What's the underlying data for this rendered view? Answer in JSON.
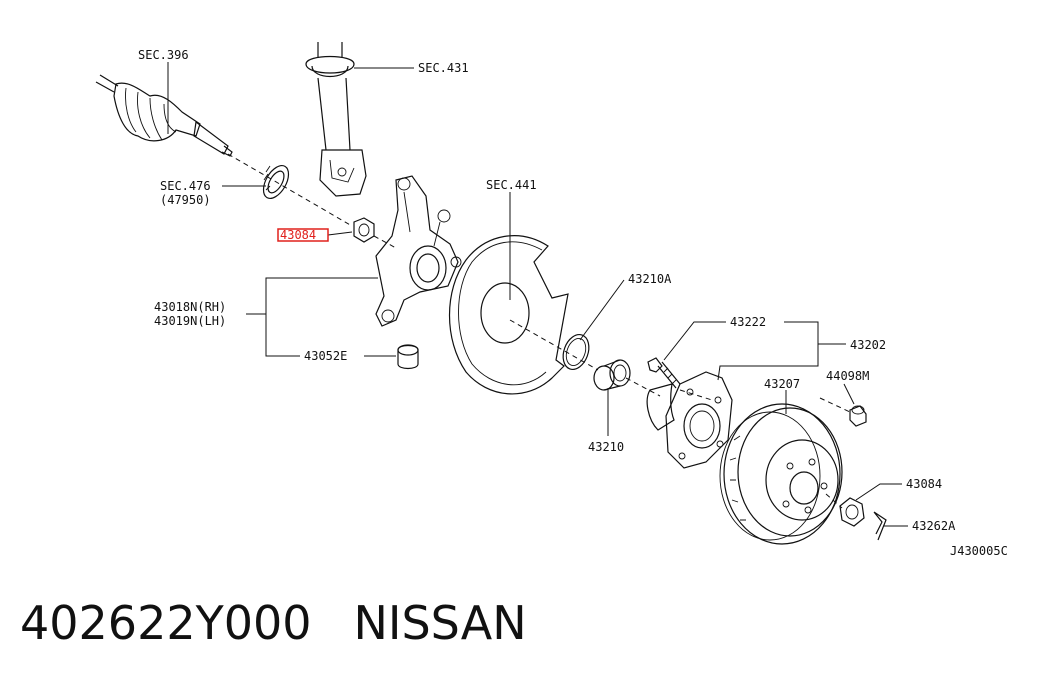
{
  "diagram": {
    "labels": {
      "sec396": "SEC.396",
      "sec431": "SEC.431",
      "sec476": "SEC.476",
      "sec476_sub": "(47950)",
      "highlight": "43084",
      "p43018": "43018N(RH)",
      "p43019": "43019N(LH)",
      "p43052": "43052E",
      "sec441": "SEC.441",
      "p43210a": "43210A",
      "p43210": "43210",
      "p43222": "43222",
      "p43202": "43202",
      "p43207": "43207",
      "p44098": "44098M",
      "p43084": "43084",
      "p43262": "43262A",
      "code": "J430005C"
    },
    "highlight_color": "#e0201c"
  },
  "caption": {
    "part_number": "402622Y000",
    "brand": "NISSAN"
  }
}
